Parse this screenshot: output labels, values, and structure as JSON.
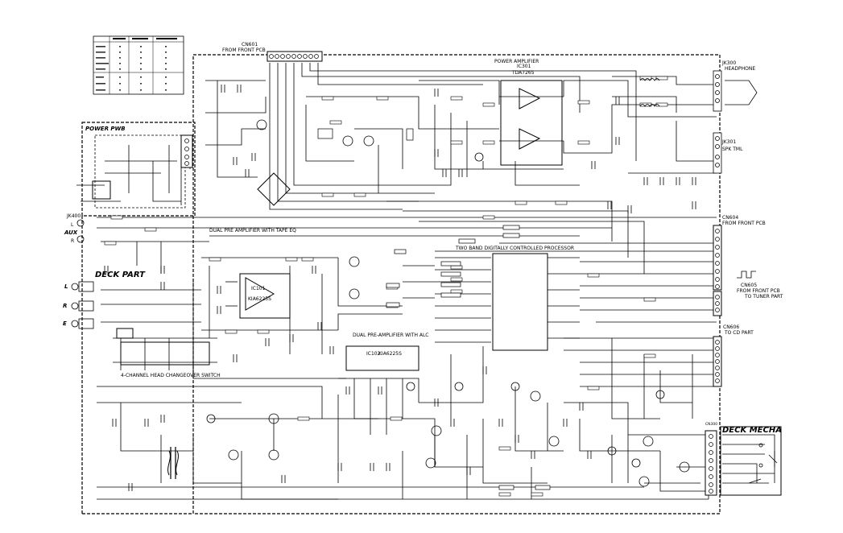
{
  "connectors": {
    "cn601": {
      "name": "CN601",
      "desc": "FROM FRONT PCB"
    },
    "cn604": {
      "name": "CN604",
      "desc": "FROM FRONT PCB"
    },
    "cn605": {
      "name": "CN605",
      "desc": "FROM FRONT PCB"
    },
    "cn606": {
      "name": "CN606",
      "desc": "TO CD PART"
    },
    "cn300": {
      "name": "CN300",
      "desc": ""
    },
    "jk400": {
      "name": "JK400",
      "desc": "AUX"
    },
    "jk300": {
      "name": "JK300",
      "desc": "HEADPHONE"
    },
    "jk301": {
      "name": "JK301",
      "desc": "SPK TML"
    }
  },
  "ics": {
    "ic301": {
      "ref": "IC301",
      "part": "TDA7265"
    },
    "ic101": {
      "ref": "IC101",
      "part": "KIA6225S"
    },
    "ic102": {
      "ref": "IC102",
      "part": "KIA6225S"
    }
  },
  "sections": {
    "power_pwb": "POWER PWB",
    "power_amplifier": "POWER AMPLIFIER",
    "deck_part": "DECK PART",
    "deck_mecha": "DECK MECHA",
    "dual_pre_amp_tape": "DUAL PRE AMPLIFIER WITH TAPE EQ",
    "tone_processor": "TWO BAND DIGITALLY CONTROLLED PROCESSOR",
    "dual_pre_amp_alc": "DUAL PRE-AMPLIFIER WITH ALC",
    "head_switch": "4-CHANNEL HEAD CHANGEOVER SWITCH",
    "to_tuner_part": "TO TUNER PART"
  },
  "labels": {
    "aux": "AUX",
    "aux_l": "L",
    "aux_r": "R",
    "deck_l": "L",
    "deck_r": "R",
    "deck_e": "E"
  },
  "table": {
    "headers": [
      "",
      "",
      "",
      ""
    ],
    "rows": [
      [
        "",
        "",
        "",
        ""
      ],
      [
        "",
        "",
        "",
        ""
      ],
      [
        "",
        "",
        "",
        ""
      ],
      [
        "",
        "",
        "",
        ""
      ],
      [
        "",
        "",
        "",
        ""
      ],
      [
        "",
        "",
        "",
        ""
      ],
      [
        "",
        "",
        "",
        ""
      ],
      [
        "",
        "",
        "",
        ""
      ]
    ]
  }
}
